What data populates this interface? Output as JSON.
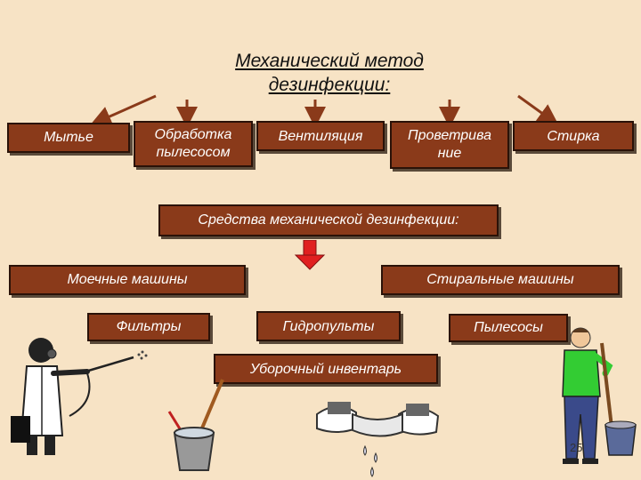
{
  "title": {
    "line1": "Механический метод",
    "line2": "дезинфекции:"
  },
  "methods": [
    "Мытье",
    "Обработка пылесосом",
    "Вентиляция",
    "Проветрива ние",
    "Стирка"
  ],
  "means_header": "Средства механической дезинфекции:",
  "means": [
    "Моечные машины",
    "Стиральные машины",
    "Фильтры",
    "Гидропульты",
    "Пылесосы",
    "Уборочный инвентарь"
  ],
  "page_number": "25",
  "colors": {
    "background": "#f7e3c5",
    "box": "#8a3a1a",
    "arrow": "#8a3a1a",
    "down_arrow": "#e02020"
  }
}
